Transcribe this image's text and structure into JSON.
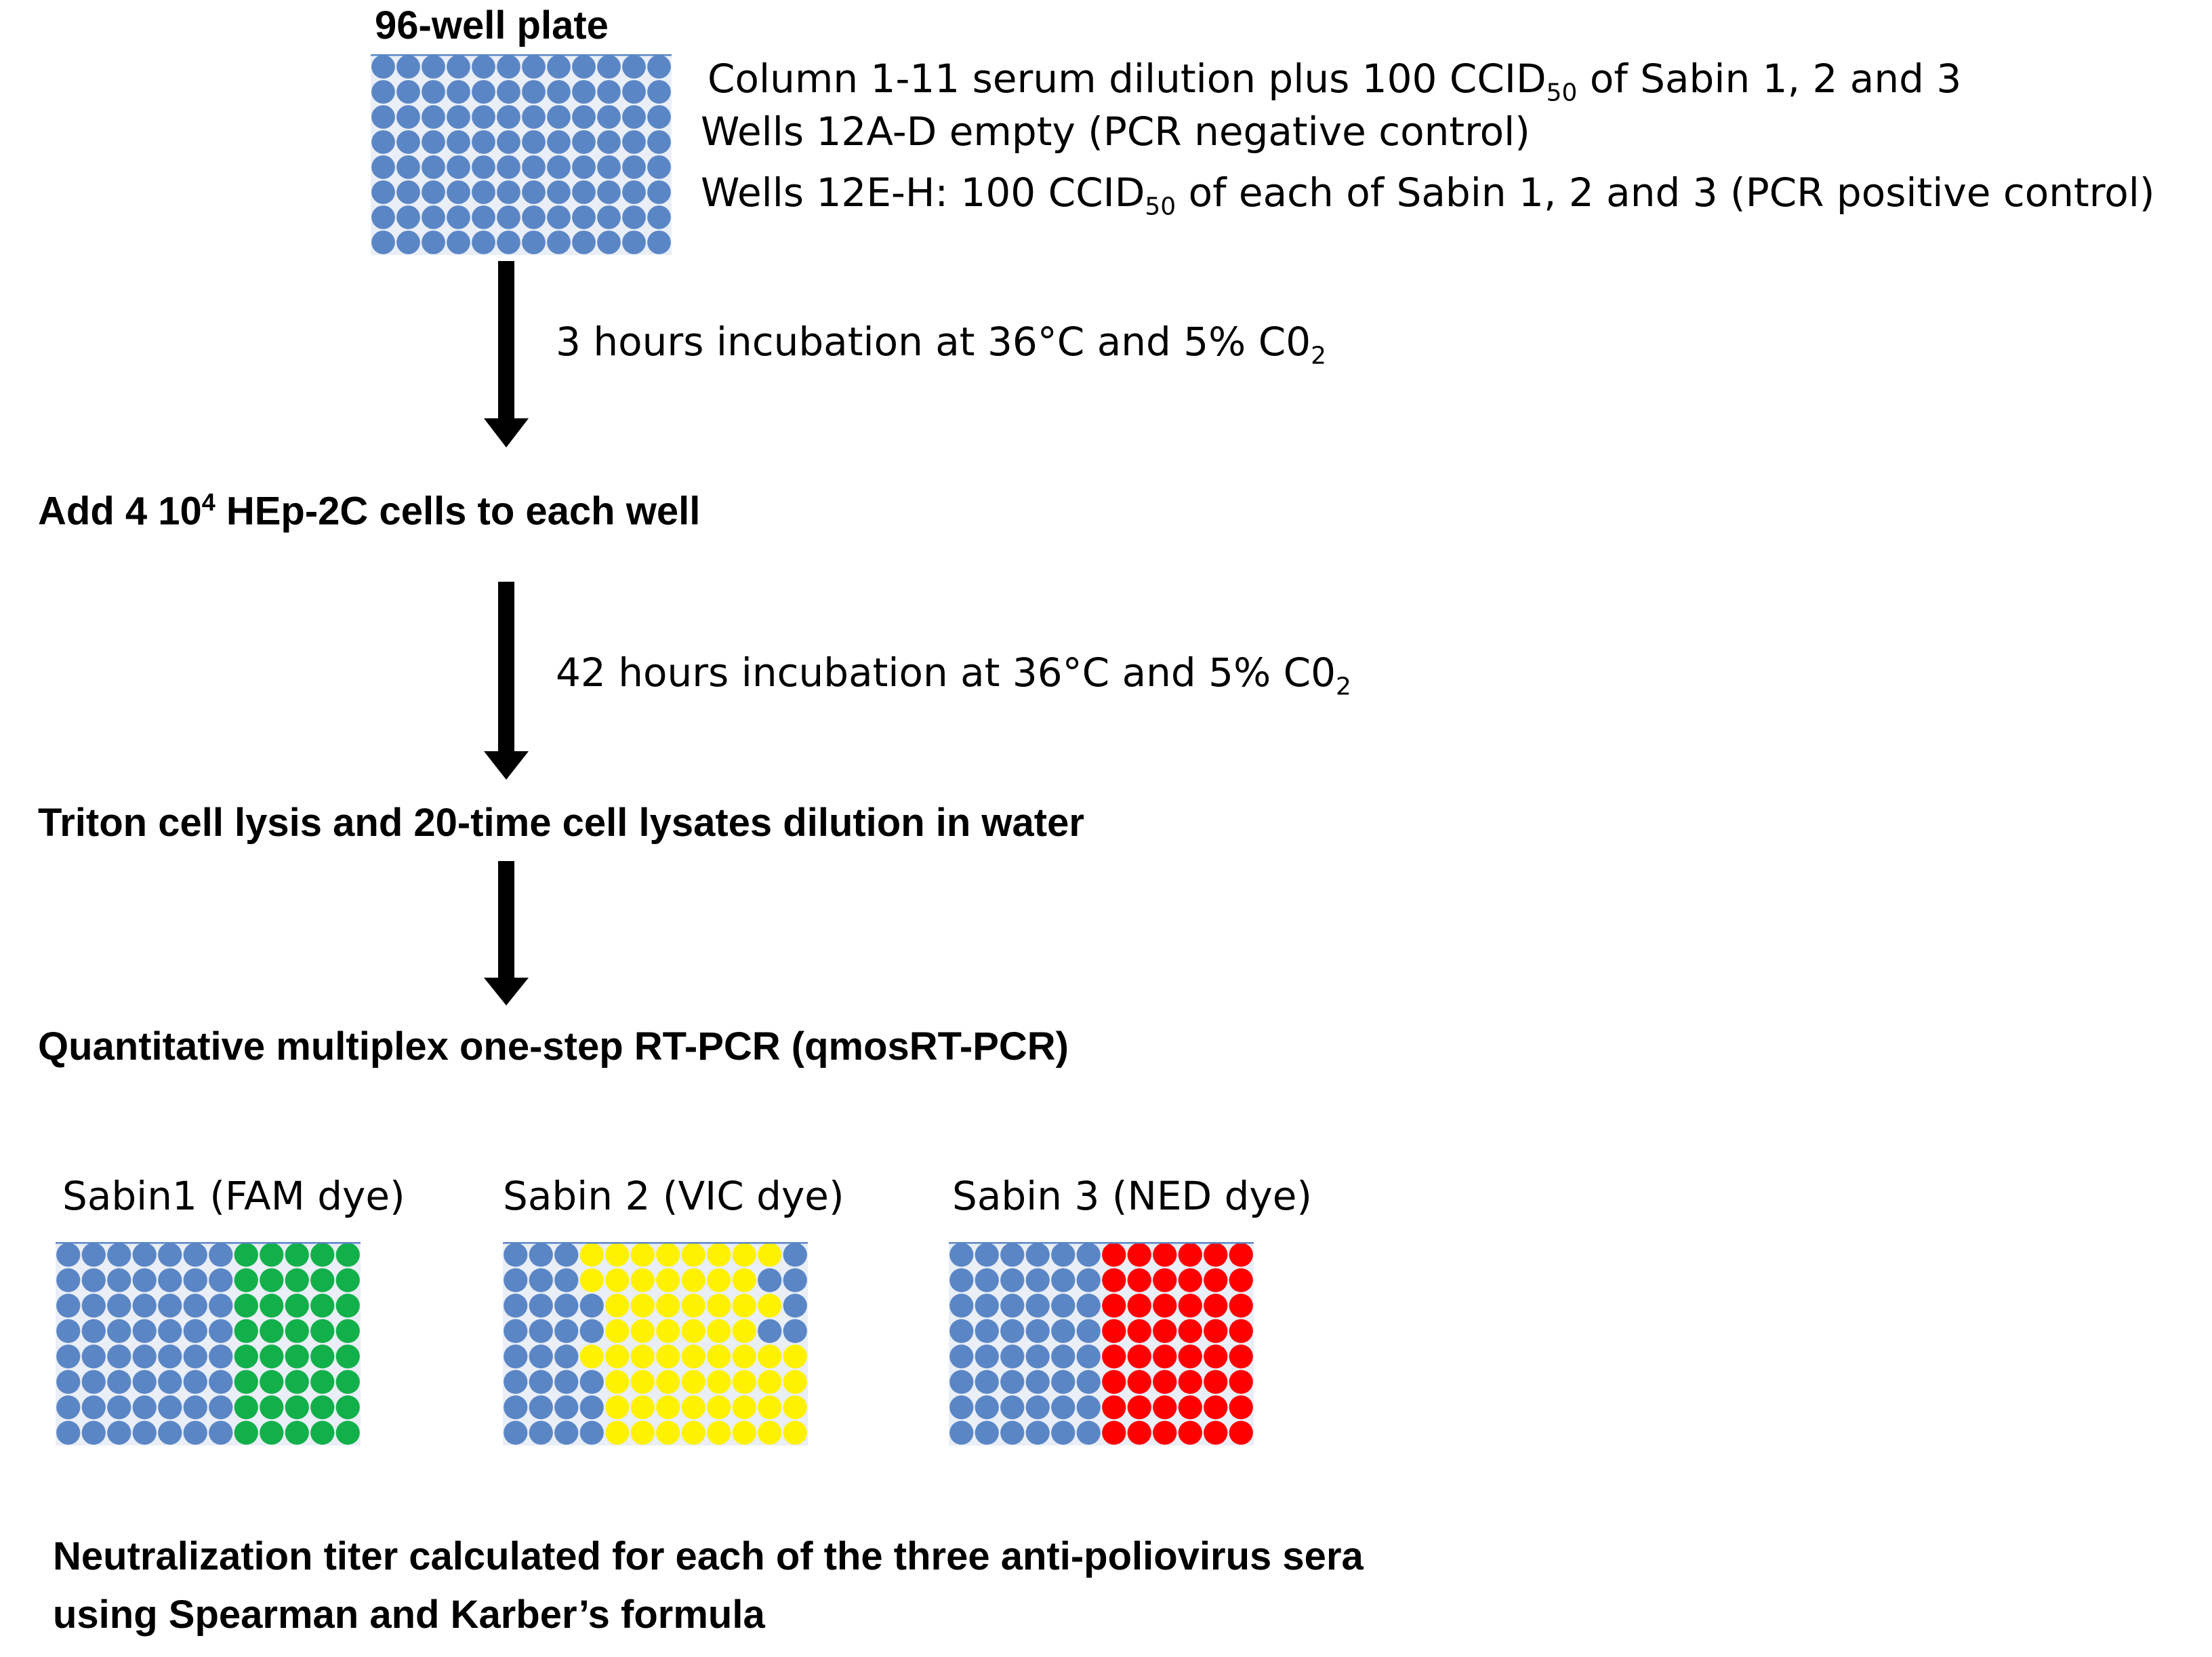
{
  "colors": {
    "well_default": "#5B86C6",
    "well_green": "#12B04A",
    "well_yellow": "#FFF200",
    "well_red": "#FF0000",
    "plate_grid": "#5B86C6",
    "arrow": "#000000"
  },
  "top_plate": {
    "title": "96-well plate",
    "note_1_before": "Column 1-11 serum dilution plus 100 CCID",
    "note_1_sub": "50",
    "note_1_after": " of Sabin 1, 2 and 3",
    "note_2": "Wells 12A-D empty (PCR negative control)",
    "note_3_before": "Wells 12E-H: 100 CCID",
    "note_3_sub": "50",
    "note_3_after": " of each of Sabin 1, 2 and 3 (PCR positive control)"
  },
  "steps": {
    "incubation_1_before": "3 hours incubation at 36°C and 5% C0",
    "incubation_1_sub": "2",
    "add_cells_before": "Add 4 10",
    "add_cells_sup": "4",
    "add_cells_after": " HEp-2C cells to each well",
    "incubation_2_before": "42  hours incubation at 36°C and 5% C0",
    "incubation_2_sub": "2",
    "lysis": "Triton cell lysis and 20-time cell lysates dilution in water",
    "pcr": "Quantitative multiplex one-step RT-PCR (qmosRT-PCR)"
  },
  "result_plates": [
    {
      "label": "Sabin1 (FAM dye)",
      "color_key": "well_green",
      "positive_columns": [
        7,
        8,
        9,
        10,
        11
      ]
    },
    {
      "label": "Sabin 2 (VIC dye)",
      "color_key": "well_yellow",
      "positive_wells_by_row": [
        [
          3,
          4,
          5,
          6,
          7,
          8,
          9,
          10
        ],
        [
          3,
          4,
          5,
          6,
          7,
          8,
          9
        ],
        [
          4,
          5,
          6,
          7,
          8,
          9,
          10
        ],
        [
          4,
          5,
          6,
          7,
          8,
          9
        ],
        [
          3,
          4,
          5,
          6,
          7,
          8,
          9,
          10,
          11
        ],
        [
          4,
          5,
          6,
          7,
          8,
          9,
          10,
          11
        ],
        [
          4,
          5,
          6,
          7,
          8,
          9,
          10,
          11
        ],
        [
          4,
          5,
          6,
          7,
          8,
          9,
          10,
          11
        ]
      ]
    },
    {
      "label": "Sabin 3 (NED dye)",
      "color_key": "well_red",
      "positive_columns": [
        6,
        7,
        8,
        9,
        10,
        11
      ]
    }
  ],
  "conclusion": {
    "line_1": "Neutralization titer calculated for each of the three anti-poliovirus sera",
    "line_2": " using Spearman and Karber’s formula"
  }
}
